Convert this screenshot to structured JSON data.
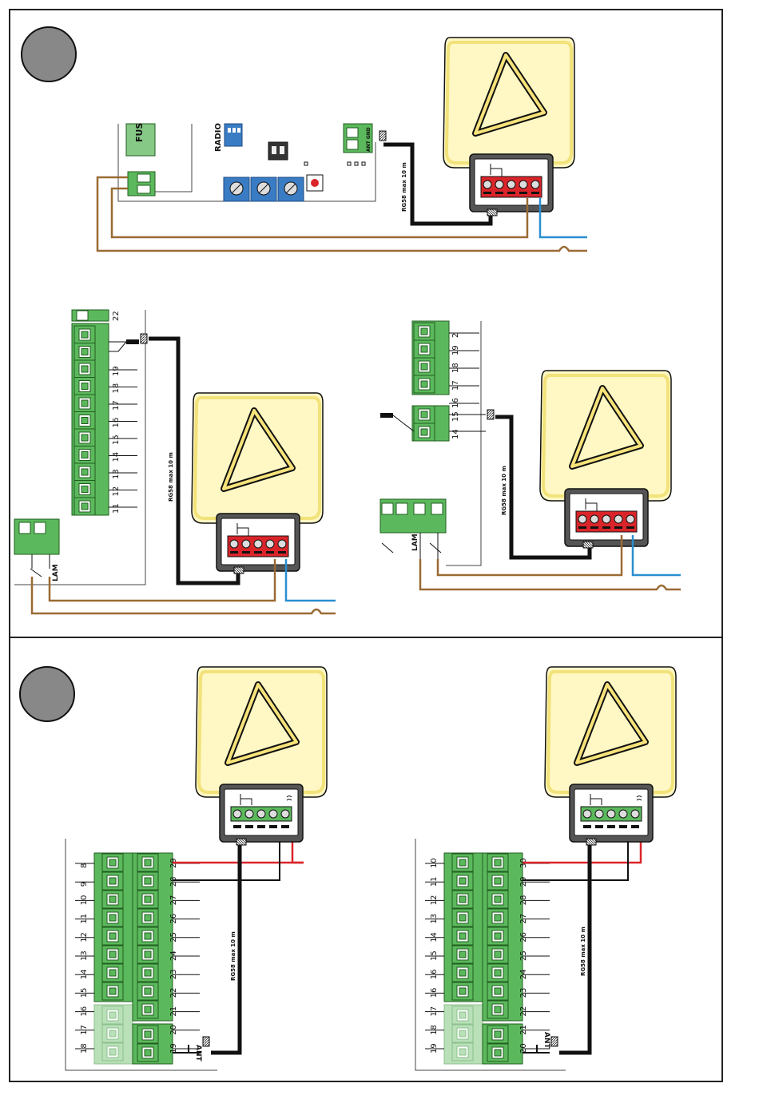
{
  "colors": {
    "terminal_green": "#5cb85c",
    "terminal_red": "#d9252a",
    "lamp_yellow": "#fff8c4",
    "lamp_edge": "#f2e27a",
    "wire_brown": "#9a6a33",
    "wire_blue": "#2a8fd0",
    "wire_red": "#d9252a",
    "coax_black": "#111111",
    "blue_component": "#3a7cc4",
    "section_marker": "#888888"
  },
  "cable_label": "RG58 max 10 m",
  "top": {
    "fuse_label": "FUS",
    "radio_label": "RADIO",
    "ant_gnd_label": "ANT GND"
  },
  "middle_left": {
    "top_terminal": "22",
    "terminals": [
      "19",
      "18",
      "17",
      "16",
      "15",
      "14",
      "13",
      "12",
      "11"
    ],
    "lamp_label": "LAM"
  },
  "middle_right": {
    "upper_terminals": [
      "2",
      "19",
      "18",
      "17",
      "16"
    ],
    "ant_terminals": [
      "15",
      "14"
    ],
    "lamp_label": "LAM"
  },
  "bottom_left": {
    "left_terminals": [
      "8",
      "9",
      "10",
      "11",
      "12",
      "13",
      "14",
      "15",
      "16",
      "17",
      "18"
    ],
    "right_terminals": [
      "29",
      "28",
      "27",
      "26",
      "25",
      "24",
      "23",
      "22",
      "21",
      "20",
      "19"
    ],
    "ant_label": "ANT"
  },
  "bottom_right": {
    "left_terminals": [
      "10",
      "11",
      "12",
      "13",
      "14",
      "15",
      "16",
      "16",
      "17",
      "18",
      "19"
    ],
    "right_terminals": [
      "30",
      "29",
      "28",
      "27",
      "26",
      "25",
      "24",
      "23",
      "22",
      "21",
      "20"
    ],
    "ant_label": "ANT"
  }
}
